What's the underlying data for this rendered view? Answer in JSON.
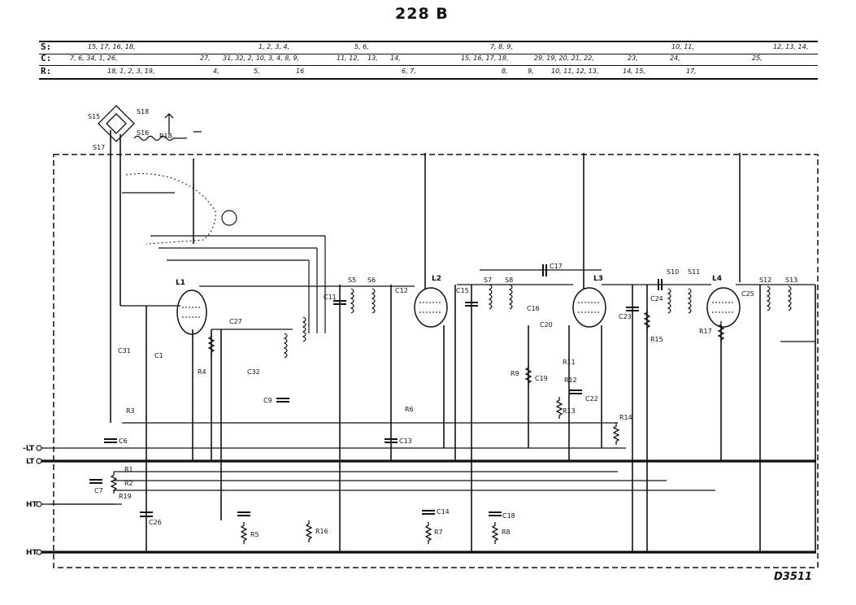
{
  "title": "228 B",
  "drawing_number": "D3511",
  "component_index": {
    "rows": [
      {
        "prefix": "S:",
        "groups": [
          "15, 17, 16, 18,",
          "1, 2, 3, 4,",
          "5, 6,",
          "7, 8, 9,",
          "10, 11,",
          "12, 13, 14,"
        ]
      },
      {
        "prefix": "C:",
        "groups": [
          "7, 6, 34, 1, 26,",
          "27,",
          "31, 32, 2, 10, 3, 4, 8, 9,",
          "11, 12,",
          "13,",
          "14,",
          "15, 16, 17, 18,",
          "29, 19, 20, 21, 22,",
          "23,",
          "24,",
          "25,"
        ]
      },
      {
        "prefix": "R:",
        "groups": [
          "18, 1, 2, 3, 19,",
          "4,",
          "5,",
          "16",
          "6, 7,",
          "8,",
          "9,",
          "10, 11, 12, 13,",
          "14, 15,",
          "17,"
        ]
      }
    ]
  },
  "terminals": [
    "-LT",
    "LT",
    "HT",
    "HT"
  ],
  "valves": [
    "L1",
    "L2",
    "L3",
    "L4"
  ],
  "labels": {
    "switches": [
      "S15",
      "S18",
      "S16",
      "S17",
      "S5",
      "S6",
      "S7",
      "S8",
      "S10",
      "S11",
      "S12",
      "S13"
    ],
    "capacitors": [
      "C1",
      "C6",
      "C7",
      "C9",
      "C11",
      "C12",
      "C13",
      "C14",
      "C15",
      "C16",
      "C17",
      "C18",
      "C19",
      "C20",
      "C22",
      "C23",
      "C24",
      "C25",
      "C26",
      "C27",
      "C31",
      "C32"
    ],
    "resistors": [
      "R1",
      "R2",
      "R3",
      "R4",
      "R5",
      "R6",
      "R7",
      "R8",
      "R9",
      "R11",
      "R12",
      "R13",
      "R14",
      "R15",
      "R16",
      "R17",
      "R18",
      "R19"
    ]
  }
}
